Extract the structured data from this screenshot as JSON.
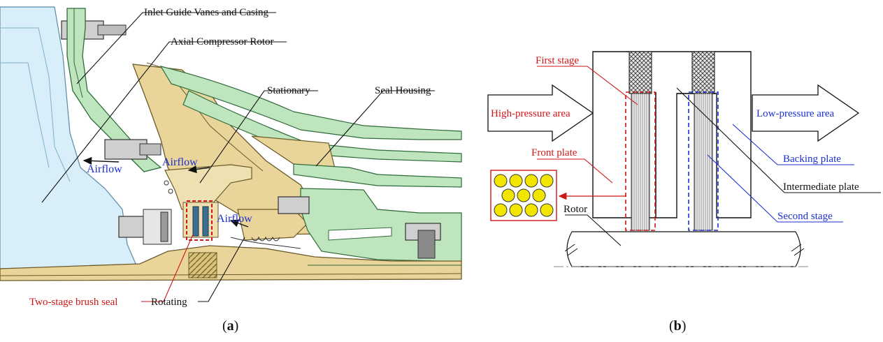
{
  "panel_a": {
    "caption_open": "(",
    "caption_letter": "a",
    "caption_close": ")",
    "labels": {
      "inlet_guide_vanes": "Inlet Guide Vanes and Casing",
      "axial_rotor": "Axial Compressor Rotor",
      "stationary": "Stationary",
      "seal_housing": "Seal Housing",
      "airflow_left": "Airflow",
      "airflow_mid": "Airflow",
      "airflow_right": "Airflow",
      "two_stage": "Two-stage brush seal",
      "rotating": "Rotating"
    }
  },
  "panel_b": {
    "caption_open": "(",
    "caption_letter": "b",
    "caption_close": ")",
    "labels": {
      "first_stage": "First stage",
      "high_pressure": "High-pressure area",
      "low_pressure": "Low-pressure area",
      "front_plate": "Front plate",
      "backing_plate": "Backing plate",
      "intermediate_plate": "Intermediate plate",
      "second_stage": "Second stage",
      "rotor": "Rotor"
    }
  },
  "colors": {
    "red": "#d01515",
    "blue": "#1a2fd0",
    "bristle_yellow": "#f2e600",
    "casing_green": "#bfe5bf",
    "rotor_tan": "#e9d49a",
    "fan_blue": "#d8eef8"
  }
}
